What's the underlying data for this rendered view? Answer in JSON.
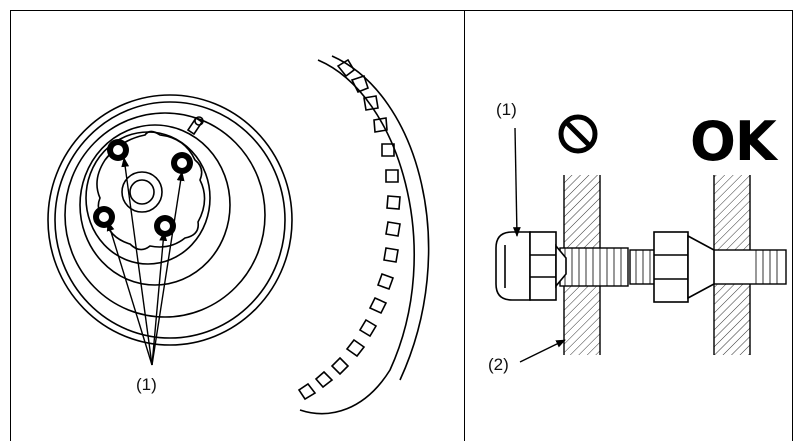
{
  "left_panel": {
    "callout_1": "(1)"
  },
  "right_panel": {
    "callout_1": "(1)",
    "callout_2": "(2)",
    "prohibited_icon": "no-symbol-icon",
    "ok_label": "OK"
  },
  "colors": {
    "ink": "#000000",
    "paper": "#ffffff"
  }
}
